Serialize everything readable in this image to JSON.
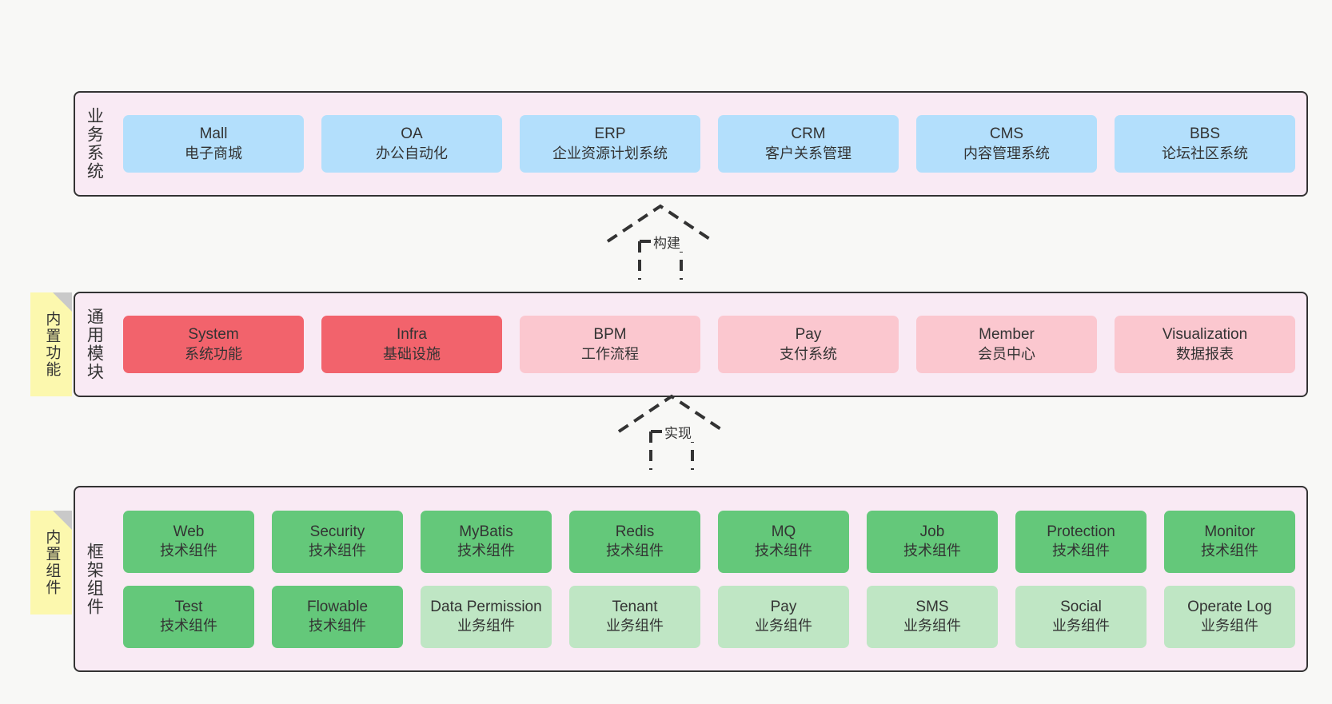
{
  "diagram": {
    "background": "#f8f8f6",
    "panel_fill": "#f9eaf4",
    "panel_border": "#333333",
    "note_fill": "#fcf8ae"
  },
  "layers": [
    {
      "key": "business",
      "title": "业务系统",
      "rows": [
        [
          {
            "en": "Mall",
            "cn": "电子商城",
            "color": "#b3dffc"
          },
          {
            "en": "OA",
            "cn": "办公自动化",
            "color": "#b3dffc"
          },
          {
            "en": "ERP",
            "cn": "企业资源计划系统",
            "color": "#b3dffc"
          },
          {
            "en": "CRM",
            "cn": "客户关系管理",
            "color": "#b3dffc"
          },
          {
            "en": "CMS",
            "cn": "内容管理系统",
            "color": "#b3dffc"
          },
          {
            "en": "BBS",
            "cn": "论坛社区系统",
            "color": "#b3dffc"
          }
        ]
      ]
    },
    {
      "key": "modules",
      "title": "通用模块",
      "note": "内置功能",
      "rows": [
        [
          {
            "en": "System",
            "cn": "系统功能",
            "color": "#f2636c"
          },
          {
            "en": "Infra",
            "cn": "基础设施",
            "color": "#f2636c"
          },
          {
            "en": "BPM",
            "cn": "工作流程",
            "color": "#fbc7cf"
          },
          {
            "en": "Pay",
            "cn": "支付系统",
            "color": "#fbc7cf"
          },
          {
            "en": "Member",
            "cn": "会员中心",
            "color": "#fbc7cf"
          },
          {
            "en": "Visualization",
            "cn": "数据报表",
            "color": "#fbc7cf"
          }
        ]
      ]
    },
    {
      "key": "framework",
      "title": "框架组件",
      "note": "内置组件",
      "rows": [
        [
          {
            "en": "Web",
            "cn": "技术组件",
            "color": "#64c87a"
          },
          {
            "en": "Security",
            "cn": "技术组件",
            "color": "#64c87a"
          },
          {
            "en": "MyBatis",
            "cn": "技术组件",
            "color": "#64c87a"
          },
          {
            "en": "Redis",
            "cn": "技术组件",
            "color": "#64c87a"
          },
          {
            "en": "MQ",
            "cn": "技术组件",
            "color": "#64c87a"
          },
          {
            "en": "Job",
            "cn": "技术组件",
            "color": "#64c87a"
          },
          {
            "en": "Protection",
            "cn": "技术组件",
            "color": "#64c87a"
          },
          {
            "en": "Monitor",
            "cn": "技术组件",
            "color": "#64c87a"
          }
        ],
        [
          {
            "en": "Test",
            "cn": "技术组件",
            "color": "#64c87a"
          },
          {
            "en": "Flowable",
            "cn": "技术组件",
            "color": "#64c87a"
          },
          {
            "en": "Data Permission",
            "cn": "业务组件",
            "color": "#bfe6c4"
          },
          {
            "en": "Tenant",
            "cn": "业务组件",
            "color": "#bfe6c4"
          },
          {
            "en": "Pay",
            "cn": "业务组件",
            "color": "#bfe6c4"
          },
          {
            "en": "SMS",
            "cn": "业务组件",
            "color": "#bfe6c4"
          },
          {
            "en": "Social",
            "cn": "业务组件",
            "color": "#bfe6c4"
          },
          {
            "en": "Operate Log",
            "cn": "业务组件",
            "color": "#bfe6c4"
          }
        ]
      ]
    }
  ],
  "connectors": [
    {
      "key": "build",
      "label": "构建"
    },
    {
      "key": "impl",
      "label": "实现"
    }
  ]
}
